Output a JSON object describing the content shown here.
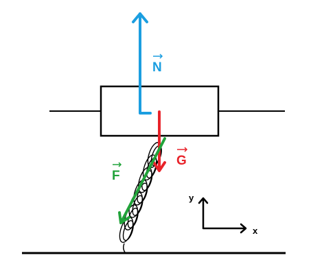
{
  "vectors": {
    "normal": {
      "label": "N",
      "color": "#1b9ee0"
    },
    "weight": {
      "label": "G",
      "color": "#e8232a"
    },
    "spring_force": {
      "label": "F",
      "color": "#21a33a"
    }
  },
  "axes": {
    "x_label": "x",
    "y_label": "y"
  },
  "colors": {
    "ink": "#000000",
    "background": "#ffffff"
  }
}
